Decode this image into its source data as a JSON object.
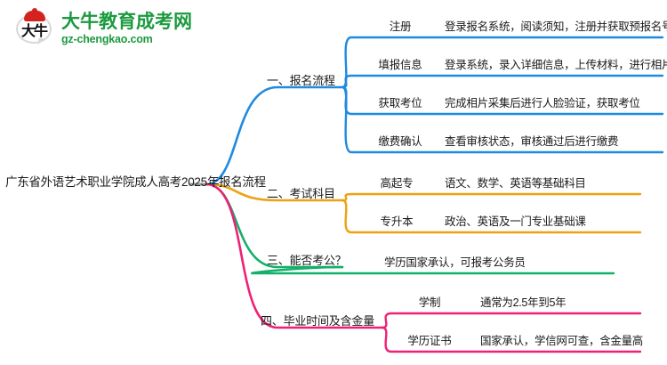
{
  "logo": {
    "mark_text": "大牛",
    "title": "大牛教育成考网",
    "domain": "gz-chengkao.com",
    "brand_green": "#1c9a3f",
    "brand_red": "#d4221f"
  },
  "mindmap": {
    "root": {
      "label": "广东省外语艺术职业学院成人高考2025年报名流程"
    },
    "branches": [
      {
        "index": "一",
        "label": "一、报名流程",
        "color": "#1f8ae0",
        "children": [
          {
            "title": "注册",
            "desc": "登录报名系统，阅读须知，注册并获取预报名号"
          },
          {
            "title": "填报信息",
            "desc": "登录系统，录入详细信息，上传材料，进行相片采集"
          },
          {
            "title": "获取考位",
            "desc": "完成相片采集后进行人脸验证，获取考位"
          },
          {
            "title": "缴费确认",
            "desc": "查看审核状态，审核通过后进行缴费"
          }
        ]
      },
      {
        "index": "二",
        "label": "二、考试科目",
        "color": "#eda211",
        "children": [
          {
            "title": "高起专",
            "desc": "语文、数学、英语等基础科目"
          },
          {
            "title": "专升本",
            "desc": "政治、英语及一门专业基础课"
          }
        ]
      },
      {
        "index": "三",
        "label": "三、能否考公？",
        "color": "#13b06a",
        "children": [
          {
            "title": "",
            "desc": "学历国家承认，可报考公务员"
          }
        ]
      },
      {
        "index": "四",
        "label": "四、毕业时间及含金量",
        "color": "#ee2175",
        "children": [
          {
            "title": "学制",
            "desc": "通常为2.5年到5年"
          },
          {
            "title": "学历证书",
            "desc": "国家承认，学信网可查，含金量高"
          }
        ]
      }
    ]
  }
}
